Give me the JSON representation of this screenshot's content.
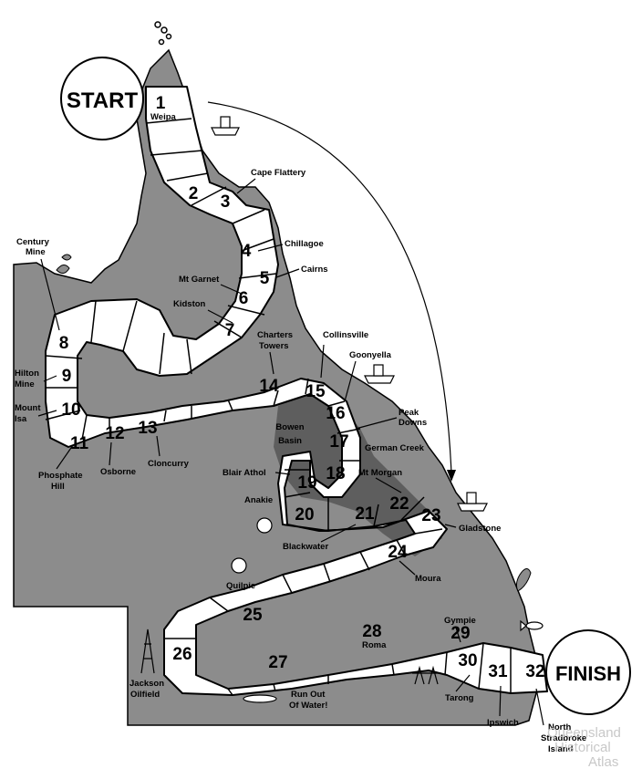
{
  "start_label": "START",
  "finish_label": "FINISH",
  "region_label": "Bowen Basin",
  "squares": {
    "s1": {
      "num": "1",
      "place": "Weipa"
    },
    "s2": {
      "num": "2"
    },
    "s3": {
      "num": "3"
    },
    "s4": {
      "num": "4"
    },
    "s5": {
      "num": "5"
    },
    "s6": {
      "num": "6"
    },
    "s7": {
      "num": "7"
    },
    "s8": {
      "num": "8"
    },
    "s9": {
      "num": "9"
    },
    "s10": {
      "num": "10"
    },
    "s11": {
      "num": "11"
    },
    "s12": {
      "num": "12"
    },
    "s13": {
      "num": "13"
    },
    "s14": {
      "num": "14"
    },
    "s15": {
      "num": "15"
    },
    "s16": {
      "num": "16"
    },
    "s17": {
      "num": "17"
    },
    "s18": {
      "num": "18"
    },
    "s19": {
      "num": "19"
    },
    "s20": {
      "num": "20"
    },
    "s21": {
      "num": "21"
    },
    "s22": {
      "num": "22"
    },
    "s23": {
      "num": "23"
    },
    "s24": {
      "num": "24"
    },
    "s25": {
      "num": "25"
    },
    "s26": {
      "num": "26"
    },
    "s27": {
      "num": "27"
    },
    "s28": {
      "num": "28",
      "place": "Roma"
    },
    "s29": {
      "num": "29"
    },
    "s30": {
      "num": "30"
    },
    "s31": {
      "num": "31"
    },
    "s32": {
      "num": "32"
    }
  },
  "labels": {
    "cape_flattery": "Cape Flattery",
    "chillagoe": "Chillagoe",
    "cairns": "Cairns",
    "mt_garnet": "Mt Garnet",
    "kidston": "Kidston",
    "century_1": "Century",
    "century_2": "Mine",
    "hilton_1": "Hilton",
    "hilton_2": "Mine",
    "mount_isa_1": "Mount",
    "mount_isa_2": "Isa",
    "phosphate_1": "Phosphate",
    "phosphate_2": "Hill",
    "osborne": "Osborne",
    "cloncurry": "Cloncurry",
    "charters_1": "Charters",
    "charters_2": "Towers",
    "collinsville": "Collinsville",
    "goonyella": "Goonyella",
    "peak_1": "Peak",
    "peak_2": "Downs",
    "german_creek": "German Creek",
    "blair_athol": "Blair Athol",
    "mt_morgan": "Mt Morgan",
    "anakie": "Anakie",
    "gladstone": "Gladstone",
    "blackwater": "Blackwater",
    "moura": "Moura",
    "quilpie": "Quilpie",
    "jackson_1": "Jackson",
    "jackson_2": "Oilfield",
    "run_out_1": "Run Out",
    "run_out_2": "Of Water!",
    "gympie": "Gympie",
    "tarong": "Tarong",
    "ipswich": "Ipswich",
    "north_1": "North",
    "north_2": "Stradbroke",
    "north_3": "Island"
  },
  "watermark": {
    "line1": "Queensland",
    "line2": "Historical",
    "line3": "Atlas"
  },
  "colors": {
    "land": "#8c8c8c",
    "basin": "#5e5e5e",
    "path_fill": "#ffffff",
    "outline": "#000000"
  }
}
